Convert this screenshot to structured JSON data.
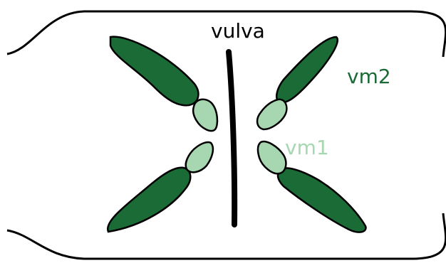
{
  "labels": {
    "vulva": "vulva",
    "vm2": "vm2",
    "vm1": "vm1"
  },
  "colors": {
    "vm2": "#1a6b35",
    "vm1": "#a7d7b0",
    "outline": "#000000",
    "vulva_text": "#000000",
    "background": "#ffffff"
  }
}
